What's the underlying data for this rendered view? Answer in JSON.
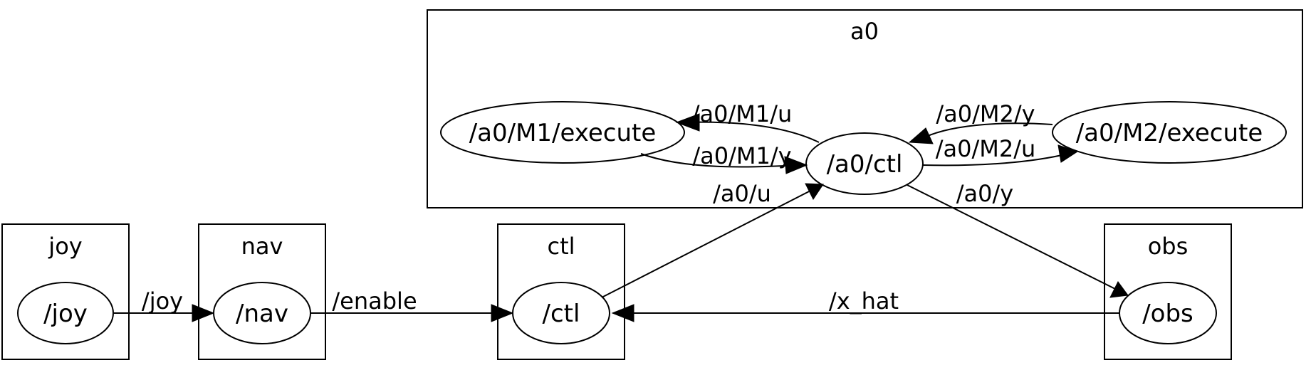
{
  "clusters": {
    "a0": "a0",
    "joy": "joy",
    "nav": "nav",
    "ctl": "ctl",
    "obs": "obs"
  },
  "nodes": {
    "a0_m1_execute": "/a0/M1/execute",
    "a0_ctl": "/a0/ctl",
    "a0_m2_execute": "/a0/M2/execute",
    "joy": "/joy",
    "nav": "/nav",
    "ctl": "/ctl",
    "obs": "/obs"
  },
  "edges": {
    "a0_m1_u": "/a0/M1/u",
    "a0_m1_y": "/a0/M1/y",
    "a0_m2_y": "/a0/M2/y",
    "a0_m2_u": "/a0/M2/u",
    "a0_u": "/a0/u",
    "a0_y": "/a0/y",
    "joy": "/joy",
    "enable": "/enable",
    "x_hat": "/x_hat"
  }
}
